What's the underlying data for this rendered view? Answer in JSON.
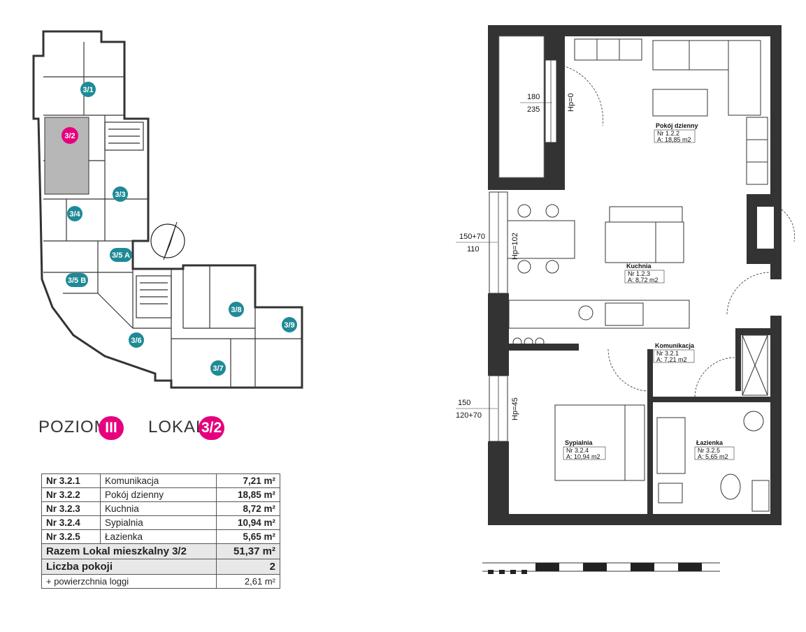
{
  "keyplan": {
    "units": [
      {
        "label": "3/1",
        "highlight": false
      },
      {
        "label": "3/2",
        "highlight": true
      },
      {
        "label": "3/3",
        "highlight": false
      },
      {
        "label": "3/4",
        "highlight": false
      },
      {
        "label": "3/5 A",
        "highlight": false
      },
      {
        "label": "3/5 B",
        "highlight": false
      },
      {
        "label": "3/6",
        "highlight": false
      },
      {
        "label": "3/7",
        "highlight": false
      },
      {
        "label": "3/8",
        "highlight": false
      },
      {
        "label": "3/9",
        "highlight": false
      }
    ],
    "accent_color": "#e6007e",
    "unit_badge_color": "#1e8a96"
  },
  "header": {
    "level_label": "POZIOM",
    "level_value": "III",
    "unit_label": "LOKAL",
    "unit_value": "3/2"
  },
  "area_table": {
    "rows": [
      {
        "nr": "Nr 3.2.1",
        "name": "Komunikacja",
        "area": "7,21 m²"
      },
      {
        "nr": "Nr 3.2.2",
        "name": "Pokój dzienny",
        "area": "18,85 m²"
      },
      {
        "nr": "Nr 3.2.3",
        "name": "Kuchnia",
        "area": "8,72 m²"
      },
      {
        "nr": "Nr 3.2.4",
        "name": "Sypialnia",
        "area": "10,94 m²"
      },
      {
        "nr": "Nr 3.2.5",
        "name": "Łazienka",
        "area": "5,65 m²"
      }
    ],
    "total_label": "Razem Lokal mieszkalny 3/2",
    "total_value": "51,37 m²",
    "rooms_label": "Liczba pokoji",
    "rooms_value": "2",
    "loggia_label": "+ powierzchnia loggi",
    "loggia_value": "2,61 m²"
  },
  "plan": {
    "rooms": [
      {
        "name": "Pokój dzienny",
        "nr": "Nr 1.2.2",
        "area": "A: 18,85 m2"
      },
      {
        "name": "Kuchnia",
        "nr": "Nr 1.2.3",
        "area": "A: 8,72 m2"
      },
      {
        "name": "Komunikacja",
        "nr": "Nr 3.2.1",
        "area": "A: 7,21 m2"
      },
      {
        "name": "Sypialnia",
        "nr": "Nr 3.2.4",
        "area": "A: 10,94 m2"
      },
      {
        "name": "Łazienka",
        "nr": "Nr 3.2.5",
        "area": "A: 5,65 m2"
      }
    ],
    "windows": [
      {
        "top": "180",
        "bottom": "235",
        "hp": "Hp=0"
      },
      {
        "top": "150+70",
        "bottom": "110",
        "hp": "Hp=102"
      },
      {
        "top": "150",
        "bottom": "120+70",
        "hp": "Hp=45"
      }
    ]
  }
}
